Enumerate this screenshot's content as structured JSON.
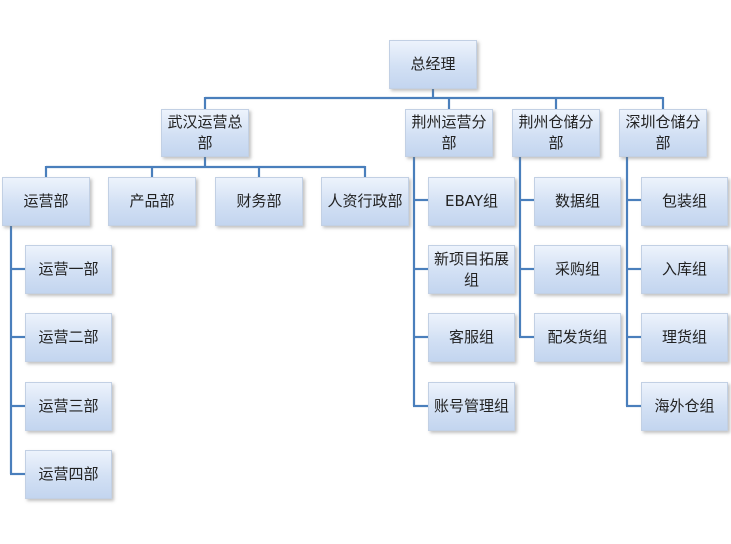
{
  "root": "总经理",
  "branches": [
    {
      "name": "武汉运营总部",
      "children": [
        "运营部",
        "产品部",
        "财务部",
        "人资行政部"
      ],
      "subchildren": [
        "运营一部",
        "运营二部",
        "运营三部",
        "运营四部"
      ]
    },
    {
      "name": "荆州运营分部",
      "children": [
        "EBAY组",
        "新项目拓展组",
        "客服组",
        "账号管理组"
      ]
    },
    {
      "name": "荆州仓储分部",
      "children": [
        "数据组",
        "采购组",
        "配发货组"
      ]
    },
    {
      "name": "深圳仓储分部",
      "children": [
        "包装组",
        "入库组",
        "理货组",
        "海外仓组"
      ]
    }
  ]
}
